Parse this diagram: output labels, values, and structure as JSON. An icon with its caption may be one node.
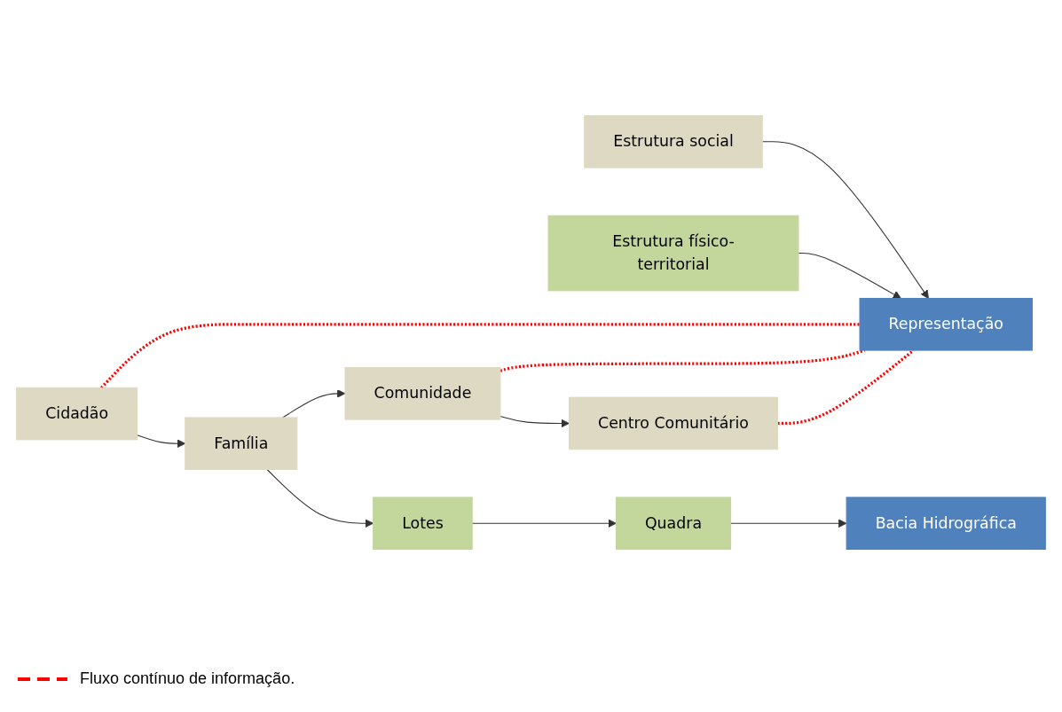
{
  "diagram": {
    "nodes": [
      {
        "text": [
          "Estrutura social"
        ]
      },
      {
        "text": [
          "Comunidade"
        ]
      },
      {
        "text": [
          "Centro Comunitário"
        ]
      },
      {
        "text": [
          "Cidadão"
        ]
      },
      {
        "text": [
          "Família"
        ]
      },
      {
        "text": [
          "Bacia Hidrográfica"
        ]
      },
      {
        "text": [
          "Representação"
        ]
      },
      {
        "text": [
          "Estrutura físico-territorial"
        ]
      },
      {
        "text": [
          "Lotes"
        ]
      },
      {
        "text": [
          "Quadra"
        ]
      }
    ],
    "edges": [
      {
        "from": 0,
        "to": 6,
        "arrow": "to"
      },
      {
        "from": 1,
        "to": 2,
        "arrow": "to"
      },
      {
        "from": 3,
        "to": 4,
        "arrow": "to"
      },
      {
        "from": 4,
        "to": 1,
        "arrow": "to"
      },
      {
        "from": 4,
        "to": 8,
        "arrow": "to"
      },
      {
        "from": 8,
        "to": 9,
        "arrow": "to"
      },
      {
        "from": 9,
        "to": 5,
        "arrow": "to"
      },
      {
        "from": 7,
        "to": 6,
        "arrow": "to"
      },
      {
        "from": 3,
        "to": 6,
        "arrow": "none",
        "style": "dashed",
        "color": "#ff0000"
      },
      {
        "from": 1,
        "to": 6,
        "arrow": "none",
        "style": "dashed",
        "color": "#ff0000"
      },
      {
        "from": 2,
        "to": 6,
        "arrow": "none",
        "style": "dashed",
        "color": "#ff0000"
      }
    ],
    "legend": [
      {
        "text": "Fluxo contínuo de informação."
      }
    ]
  }
}
